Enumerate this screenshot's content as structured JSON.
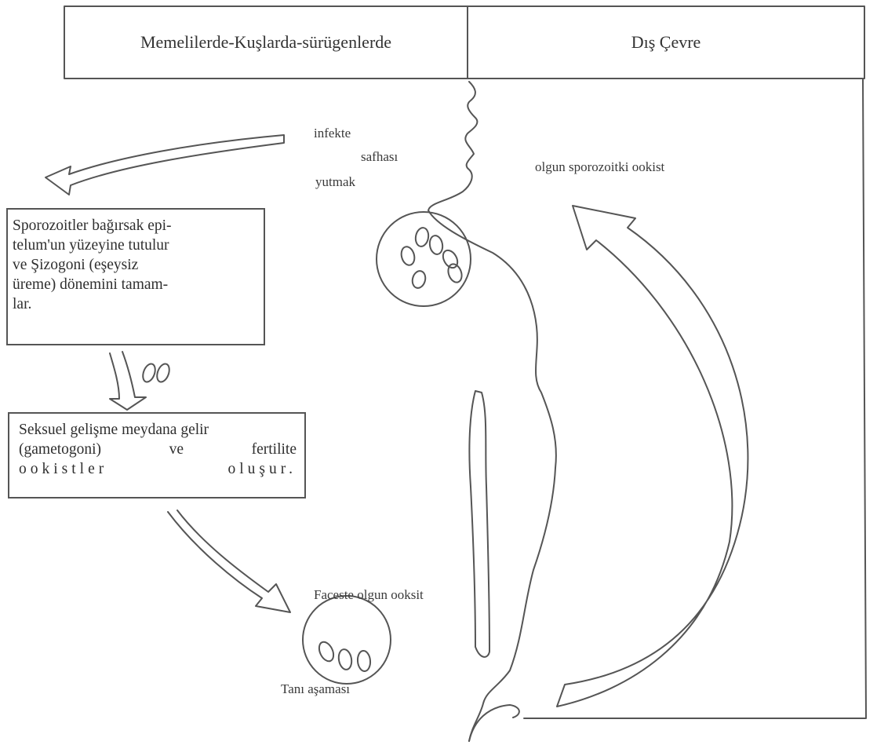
{
  "header": {
    "left": "Memelilerde-Kuşlarda-sürügenlerde",
    "right": "Dış Çevre"
  },
  "labels": {
    "ingest_1": "infekte",
    "ingest_2": "safhası",
    "ingest_3": "yutmak",
    "mature_oocyst": "olgun sporozoitki ookist",
    "feces": "Faceste olgun ooksit",
    "diagnosis": "Tanı aşaması"
  },
  "box1": {
    "lines": [
      "Sporozoitler bağırsak epi-",
      "telum'un yüzeyine tutulur",
      "ve Şizogoni (eşeysiz",
      "üreme) dönemini tamam-",
      "lar."
    ]
  },
  "box2": {
    "line1": "Seksuel gelişme meydana gelir",
    "line2_a": "(gametogoni)",
    "line2_b": "ve",
    "line2_c": "fertilite",
    "line3_a": "ookistler",
    "line3_b": "oluşur."
  },
  "colors": {
    "ink": "#555555",
    "paper": "#ffffff"
  }
}
